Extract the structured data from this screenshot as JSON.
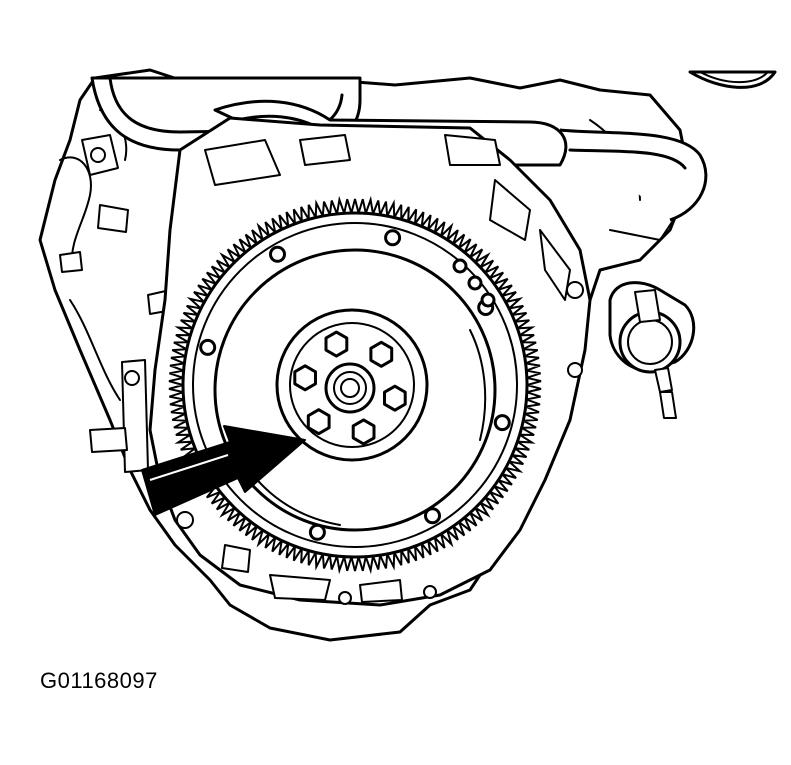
{
  "figure": {
    "id_label": "G01168097",
    "line_color": "#000000",
    "background_color": "#ffffff"
  },
  "parts": {
    "flywheel_bolts": 6,
    "outer_ring_holes": 8,
    "ring_gear_teeth": 150
  }
}
